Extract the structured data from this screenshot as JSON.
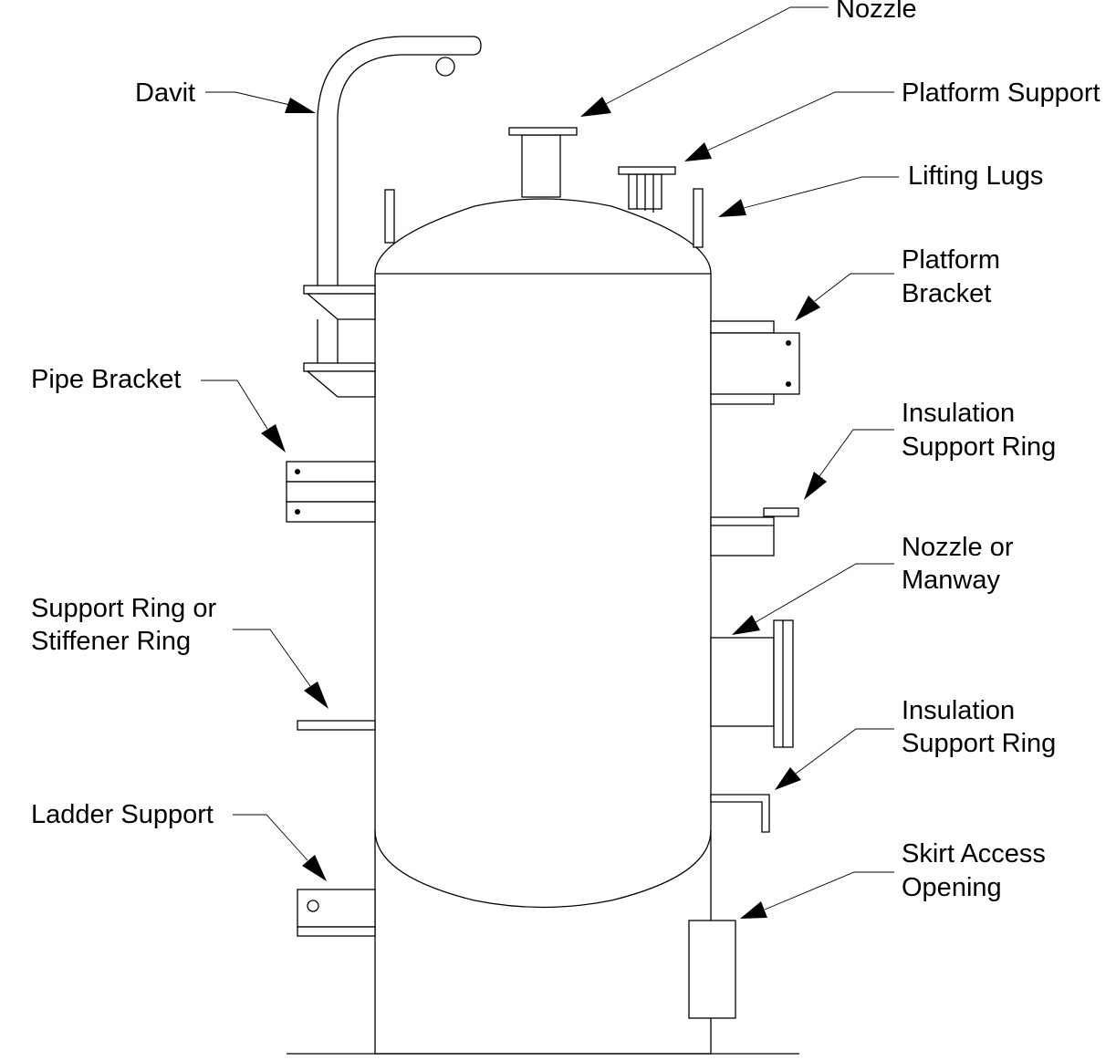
{
  "labels": {
    "nozzle_top": "Nozzle",
    "davit": "Davit",
    "platform_support": "Platform Support",
    "lifting_lugs": "Lifting Lugs",
    "platform_bracket": [
      "Platform",
      "Bracket"
    ],
    "pipe_bracket": "Pipe Bracket",
    "insulation_support_ring_upper": [
      "Insulation",
      "Support Ring"
    ],
    "nozzle_or_manway": [
      "Nozzle or",
      "Manway"
    ],
    "support_ring": [
      "Support Ring or",
      "Stiffener Ring"
    ],
    "insulation_support_ring_lower": [
      "Insulation",
      "Support Ring"
    ],
    "ladder_support": "Ladder Support",
    "skirt_access_opening": [
      "Skirt Access",
      "Opening"
    ]
  }
}
